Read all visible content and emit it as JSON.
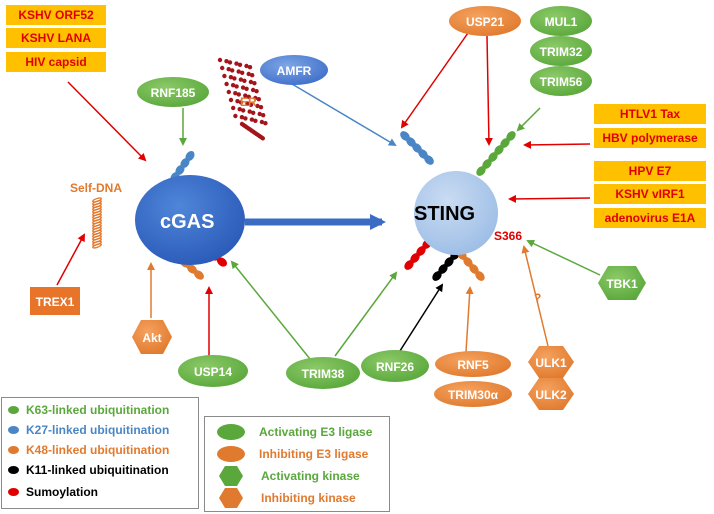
{
  "nodes": {
    "cgas": "cGAS",
    "sting": "STING",
    "self_dna": "Self-DNA",
    "er": "ER",
    "s366": "S366",
    "question": "?",
    "kshv_orf52": "KSHV ORF52",
    "kshv_lana": "KSHV LANA",
    "hiv_capsid": "HIV capsid",
    "rnf185": "RNF185",
    "amfr": "AMFR",
    "usp21": "USP21",
    "mul1": "MUL1",
    "trim32": "TRIM32",
    "trim56": "TRIM56",
    "htlv1_tax": "HTLV1 Tax",
    "hbv_polymerase": "HBV polymerase",
    "hpv_e7": "HPV E7",
    "kshv_virf1": "KSHV vIRF1",
    "adenovirus_e1a": "adenovirus E1A",
    "tbk1": "TBK1",
    "trex1": "TREX1",
    "akt": "Akt",
    "usp14": "USP14",
    "trim38": "TRIM38",
    "rnf26": "RNF26",
    "rnf5": "RNF5",
    "trim30a": "TRIM30α",
    "ulk1": "ULK1",
    "ulk2": "ULK2"
  },
  "legend_modifications": [
    {
      "label": "K63-linked ubiquitination",
      "color": "#5aa83c"
    },
    {
      "label": "K27-linked ubiquitination",
      "color": "#4a86c5"
    },
    {
      "label": "K48-linked ubiquitination",
      "color": "#e07a2e"
    },
    {
      "label": "K11-linked ubiquitination",
      "color": "#000000"
    },
    {
      "label": "Sumoylation",
      "color": "#e00000"
    }
  ],
  "legend_regulators": [
    {
      "label": "Activating E3 ligase",
      "shape": "ellipse",
      "color": "#5aa83c"
    },
    {
      "label": "Inhibiting E3 ligase",
      "shape": "ellipse",
      "color": "#e07a2e"
    },
    {
      "label": "Activating kinase",
      "shape": "hexagon",
      "color": "#5aa83c"
    },
    {
      "label": "Inhibiting kinase",
      "shape": "hexagon",
      "color": "#e07a2e"
    }
  ],
  "colors": {
    "green": "#5aa83c",
    "blue": "#4a86c5",
    "orange": "#e07a2e",
    "red": "#e00000",
    "yellow_box": "#ffc000",
    "yellow_text": "#e00000"
  }
}
